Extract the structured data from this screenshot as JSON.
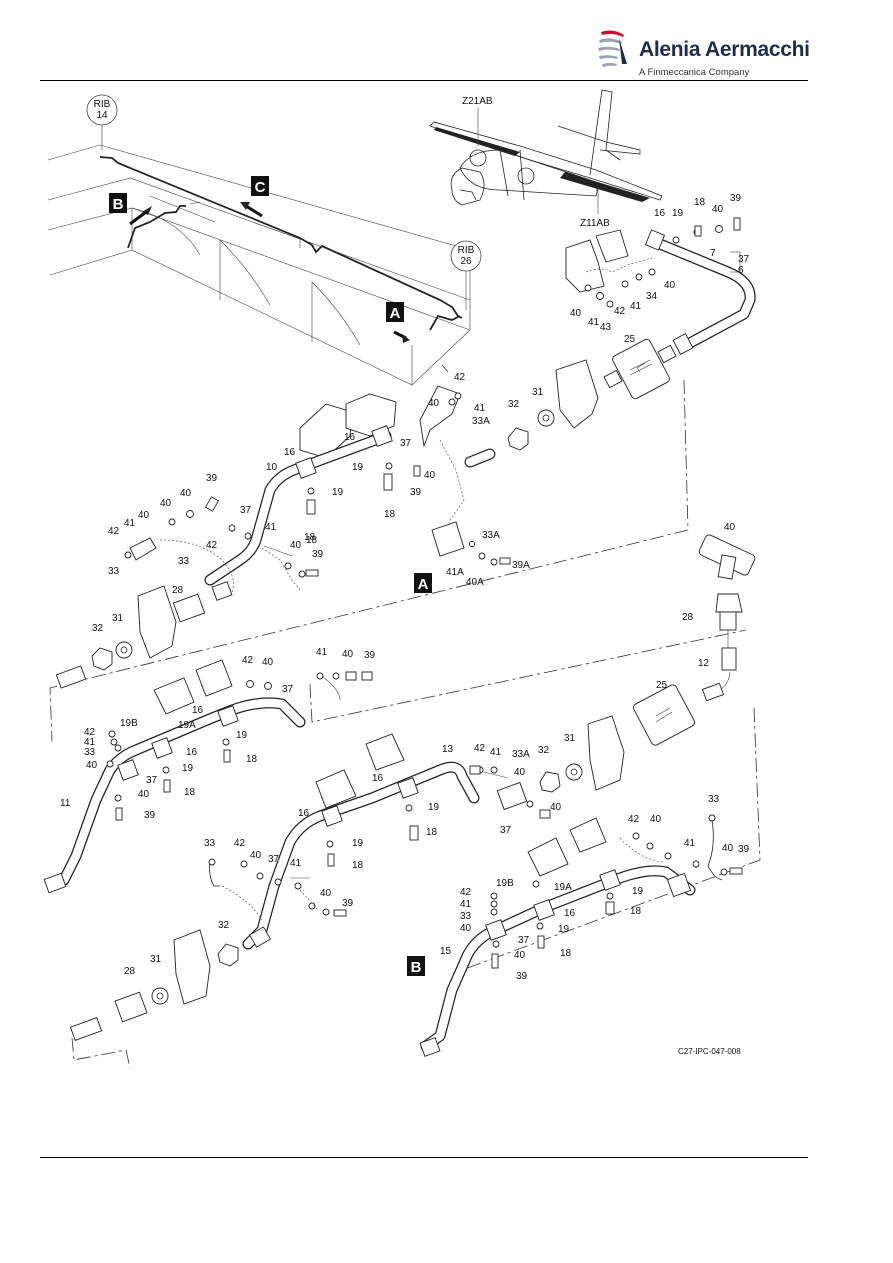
{
  "header": {
    "brand_name": "Alenia Aermacchi",
    "brand_subtitle": "A Finmeccanica Company"
  },
  "figure": {
    "figure_ref": "C27-IPC-047-008",
    "view_labels": [
      "A",
      "B",
      "C"
    ],
    "rib_markers": [
      {
        "id": "rib14",
        "top": "RIB",
        "bottom": "14"
      },
      {
        "id": "rib26",
        "top": "RIB",
        "bottom": "26"
      }
    ],
    "aircraft_zones": [
      "Z21AB",
      "Z11AB"
    ],
    "callouts": {
      "c1": "16",
      "c2": "19",
      "c3": "18",
      "c4": "40",
      "c5": "39",
      "c6": "37",
      "c7": "6",
      "c8": "7",
      "c9": "40",
      "c10": "34",
      "c11": "41",
      "c12": "42",
      "c13": "40",
      "c14": "41",
      "c15": "43",
      "c16": "25",
      "c17": "42",
      "c18": "41",
      "c19": "33A",
      "c20": "40",
      "c21": "32",
      "c22": "31",
      "c23": "16",
      "c24": "37",
      "c25": "19",
      "c26": "40",
      "c27": "39",
      "c28": "18",
      "c29": "16",
      "c30": "10",
      "c31": "19",
      "c32": "18",
      "c33": "39",
      "c34": "40",
      "c35": "40",
      "c36": "40",
      "c37": "37",
      "c38": "42",
      "c39": "41",
      "c40": "33",
      "c41": "33",
      "c42": "42",
      "c43": "41",
      "c44": "40",
      "c45": "39",
      "c46": "18",
      "c47": "33A",
      "c48": "41A",
      "c49": "40A",
      "c50": "39A",
      "c51": "28",
      "c52": "32",
      "c53": "31",
      "c54": "40",
      "c55": "28",
      "c56": "12",
      "c57": "25",
      "c58": "42",
      "c59": "40",
      "c60": "41",
      "c61": "40",
      "c62": "39",
      "c63": "37",
      "c64": "16",
      "c65": "19B",
      "c66": "19A",
      "c67": "42",
      "c68": "41",
      "c69": "33",
      "c70": "40",
      "c71": "16",
      "c72": "19",
      "c73": "18",
      "c74": "37",
      "c75": "19",
      "c76": "40",
      "c77": "18",
      "c78": "11",
      "c79": "39",
      "c80": "13",
      "c81": "42",
      "c82": "41",
      "c83": "33A",
      "c84": "40",
      "c85": "32",
      "c86": "31",
      "c87": "16",
      "c88": "19",
      "c89": "18",
      "c90": "16",
      "c91": "40",
      "c92": "37",
      "c93": "19",
      "c94": "18",
      "c95": "33",
      "c96": "42",
      "c97": "40",
      "c98": "37",
      "c99": "41",
      "c100": "40",
      "c101": "39",
      "c102": "32",
      "c103": "31",
      "c104": "28",
      "c105": "33",
      "c106": "42",
      "c107": "40",
      "c108": "41",
      "c109": "40",
      "c110": "39",
      "c111": "19B",
      "c112": "19A",
      "c113": "42",
      "c114": "41",
      "c115": "33",
      "c116": "40",
      "c117": "16",
      "c118": "19",
      "c119": "18",
      "c120": "37",
      "c121": "19",
      "c122": "40",
      "c123": "18",
      "c124": "15",
      "c125": "39"
    }
  }
}
